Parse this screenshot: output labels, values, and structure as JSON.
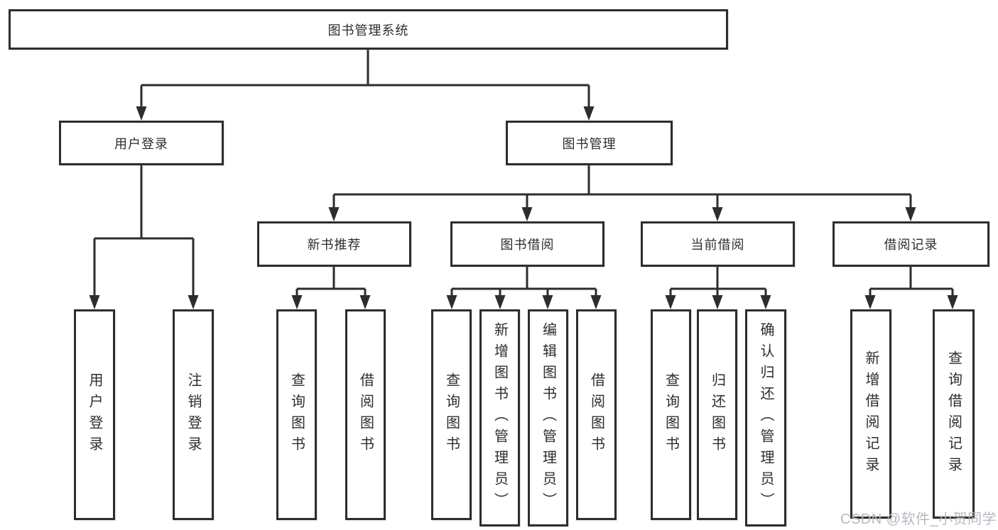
{
  "tree": {
    "root": {
      "label": "图书管理系统"
    },
    "branches": [
      {
        "label": "用户登录",
        "children": [
          {
            "label": "用户登录"
          },
          {
            "label": "注销登录"
          }
        ]
      },
      {
        "label": "图书管理",
        "sections": [
          {
            "label": "新书推荐",
            "children": [
              {
                "label": "查询图书"
              },
              {
                "label": "借阅图书"
              }
            ]
          },
          {
            "label": "图书借阅",
            "children": [
              {
                "label": "查询图书"
              },
              {
                "label": "新增图书（管理员）"
              },
              {
                "label": "编辑图书（管理员）"
              },
              {
                "label": "借阅图书"
              }
            ]
          },
          {
            "label": "当前借阅",
            "children": [
              {
                "label": "查询图书"
              },
              {
                "label": "归还图书"
              },
              {
                "label": "确认归还（管理员）"
              }
            ]
          },
          {
            "label": "借阅记录",
            "children": [
              {
                "label": "新增借阅记录"
              },
              {
                "label": "查询借阅记录"
              }
            ]
          }
        ]
      }
    ]
  },
  "watermark": {
    "text": "CSDN @软件_小贺同学"
  },
  "colors": {
    "line": "#2d2d2d",
    "text": "#2b2d31",
    "watermark": "#b6bac0",
    "background": "#ffffff"
  }
}
